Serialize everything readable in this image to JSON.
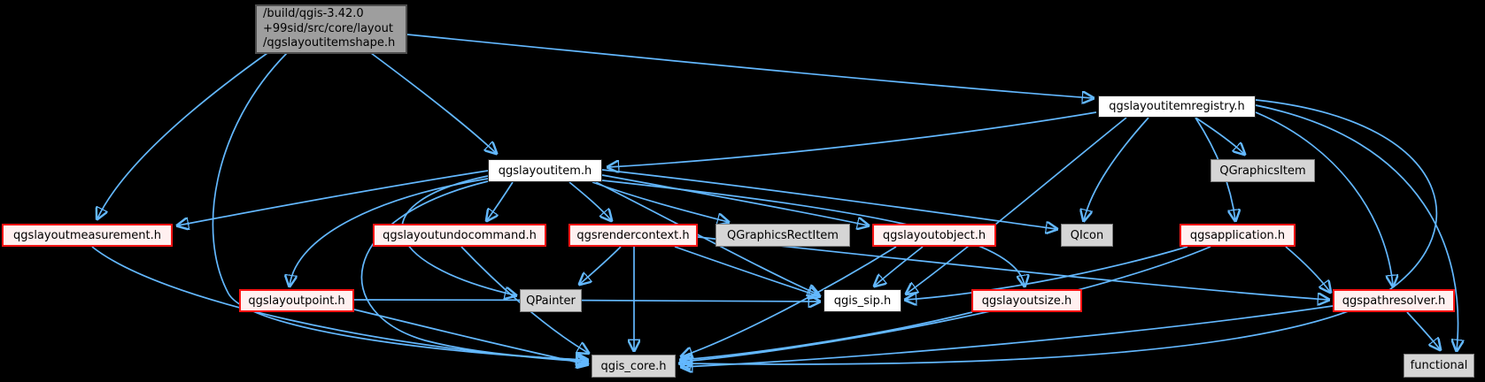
{
  "graph": {
    "title": "Doxygen include dependency graph for qgslayoutitemshape.h",
    "background_color": "#000000",
    "edge_color": "#63b8ff",
    "node_styles": {
      "root_fill": "#9e9e9e",
      "internal_fill": "#ffffff",
      "truncated_fill": "#fff0f0",
      "truncated_border": "#ff1414",
      "external_fill": "#d5d5d5"
    },
    "nodes": [
      {
        "id": "root",
        "label": "/build/qgis-3.42.0\n+99sid/src/core/layout\n/qgslayoutitemshape.h",
        "kind": "root"
      },
      {
        "id": "qgslayoutitemregistry",
        "label": "qgslayoutitemregistry.h",
        "kind": "internal"
      },
      {
        "id": "qgslayoutitem",
        "label": "qgslayoutitem.h",
        "kind": "internal"
      },
      {
        "id": "QGraphicsItem",
        "label": "QGraphicsItem",
        "kind": "external"
      },
      {
        "id": "qgslayoutmeasurement",
        "label": "qgslayoutmeasurement.h",
        "kind": "truncated"
      },
      {
        "id": "qgslayoutundocommand",
        "label": "qgslayoutundocommand.h",
        "kind": "truncated"
      },
      {
        "id": "qgsrendercontext",
        "label": "qgsrendercontext.h",
        "kind": "truncated"
      },
      {
        "id": "QGraphicsRectItem",
        "label": "QGraphicsRectItem",
        "kind": "external"
      },
      {
        "id": "qgslayoutobject",
        "label": "qgslayoutobject.h",
        "kind": "truncated"
      },
      {
        "id": "QIcon",
        "label": "QIcon",
        "kind": "external"
      },
      {
        "id": "qgsapplication",
        "label": "qgsapplication.h",
        "kind": "truncated"
      },
      {
        "id": "qgslayoutpoint",
        "label": "qgslayoutpoint.h",
        "kind": "truncated"
      },
      {
        "id": "QPainter",
        "label": "QPainter",
        "kind": "external"
      },
      {
        "id": "qgis_sip",
        "label": "qgis_sip.h",
        "kind": "internal"
      },
      {
        "id": "qgslayoutsize",
        "label": "qgslayoutsize.h",
        "kind": "truncated"
      },
      {
        "id": "qgspathresolver",
        "label": "qgspathresolver.h",
        "kind": "truncated"
      },
      {
        "id": "qgis_core",
        "label": "qgis_core.h",
        "kind": "external"
      },
      {
        "id": "functional",
        "label": "functional",
        "kind": "external"
      }
    ],
    "edges": [
      {
        "from": "root",
        "to": "qgslayoutmeasurement"
      },
      {
        "from": "root",
        "to": "qgis_core"
      },
      {
        "from": "root",
        "to": "qgslayoutitem"
      },
      {
        "from": "root",
        "to": "qgslayoutitemregistry"
      },
      {
        "from": "qgslayoutitemregistry",
        "to": "qgslayoutitem"
      },
      {
        "from": "qgslayoutitemregistry",
        "to": "QGraphicsItem"
      },
      {
        "from": "qgslayoutitemregistry",
        "to": "QIcon"
      },
      {
        "from": "qgslayoutitemregistry",
        "to": "qgsapplication"
      },
      {
        "from": "qgslayoutitemregistry",
        "to": "qgis_sip"
      },
      {
        "from": "qgslayoutitemregistry",
        "to": "qgspathresolver"
      },
      {
        "from": "qgslayoutitemregistry",
        "to": "functional"
      },
      {
        "from": "qgslayoutitemregistry",
        "to": "qgis_core"
      },
      {
        "from": "qgslayoutitem",
        "to": "qgslayoutmeasurement"
      },
      {
        "from": "qgslayoutitem",
        "to": "qgslayoutundocommand"
      },
      {
        "from": "qgslayoutitem",
        "to": "qgsrendercontext"
      },
      {
        "from": "qgslayoutitem",
        "to": "QGraphicsRectItem"
      },
      {
        "from": "qgslayoutitem",
        "to": "qgslayoutobject"
      },
      {
        "from": "qgslayoutitem",
        "to": "QIcon"
      },
      {
        "from": "qgslayoutitem",
        "to": "qgslayoutpoint"
      },
      {
        "from": "qgslayoutitem",
        "to": "QPainter"
      },
      {
        "from": "qgslayoutitem",
        "to": "qgslayoutsize"
      },
      {
        "from": "qgslayoutitem",
        "to": "qgis_core"
      },
      {
        "from": "qgslayoutitem",
        "to": "qgis_sip"
      },
      {
        "from": "qgslayoutmeasurement",
        "to": "qgis_core"
      },
      {
        "from": "qgslayoutpoint",
        "to": "qgis_core"
      },
      {
        "from": "qgslayoutpoint",
        "to": "qgis_sip"
      },
      {
        "from": "qgslayoutundocommand",
        "to": "qgis_core"
      },
      {
        "from": "qgsrendercontext",
        "to": "QPainter"
      },
      {
        "from": "qgsrendercontext",
        "to": "qgis_core"
      },
      {
        "from": "qgsrendercontext",
        "to": "qgis_sip"
      },
      {
        "from": "qgsrendercontext",
        "to": "qgspathresolver"
      },
      {
        "from": "qgslayoutobject",
        "to": "qgis_sip"
      },
      {
        "from": "qgslayoutobject",
        "to": "qgis_core"
      },
      {
        "from": "qgsapplication",
        "to": "qgis_sip"
      },
      {
        "from": "qgsapplication",
        "to": "qgis_core"
      },
      {
        "from": "qgsapplication",
        "to": "qgspathresolver"
      },
      {
        "from": "qgslayoutsize",
        "to": "qgis_core"
      },
      {
        "from": "qgspathresolver",
        "to": "functional"
      },
      {
        "from": "qgspathresolver",
        "to": "qgis_core"
      }
    ]
  }
}
